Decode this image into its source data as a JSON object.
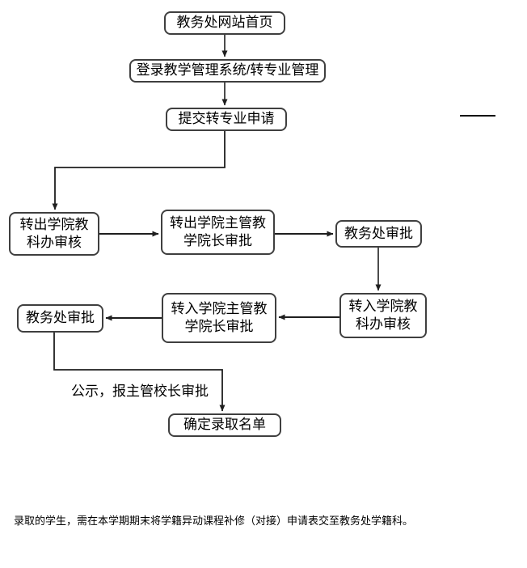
{
  "flowchart": {
    "title_semantic": "major-transfer-approval-process",
    "nodes": {
      "homepage": {
        "label": "教务处网站首页"
      },
      "login": {
        "label": "登录教学管理系统/转专业管理"
      },
      "submit": {
        "label": "提交转专业申请"
      },
      "outgoing_office": {
        "label": "转出学院教\n科办审核"
      },
      "outgoing_dean": {
        "label": "转出学院主管教\n学院长审批"
      },
      "aao_approval_1": {
        "label": "教务处审批"
      },
      "incoming_office": {
        "label": "转入学院教\n科办审核"
      },
      "incoming_dean": {
        "label": "转入学院主管教\n学院长审批"
      },
      "aao_approval_2": {
        "label": "教务处审批"
      },
      "final_list": {
        "label": "确定录取名单"
      }
    },
    "labels": {
      "publicity": "公示，报主管校长审批"
    },
    "footnote": "录取的学生，需在本学期期末将学籍异动课程补修（对接）申请表交至教务处学籍科。",
    "colors": {
      "background": "#ffffff",
      "box_border": "#3f3f3f",
      "connector": "#1f1f1f",
      "text": "#000000"
    }
  }
}
